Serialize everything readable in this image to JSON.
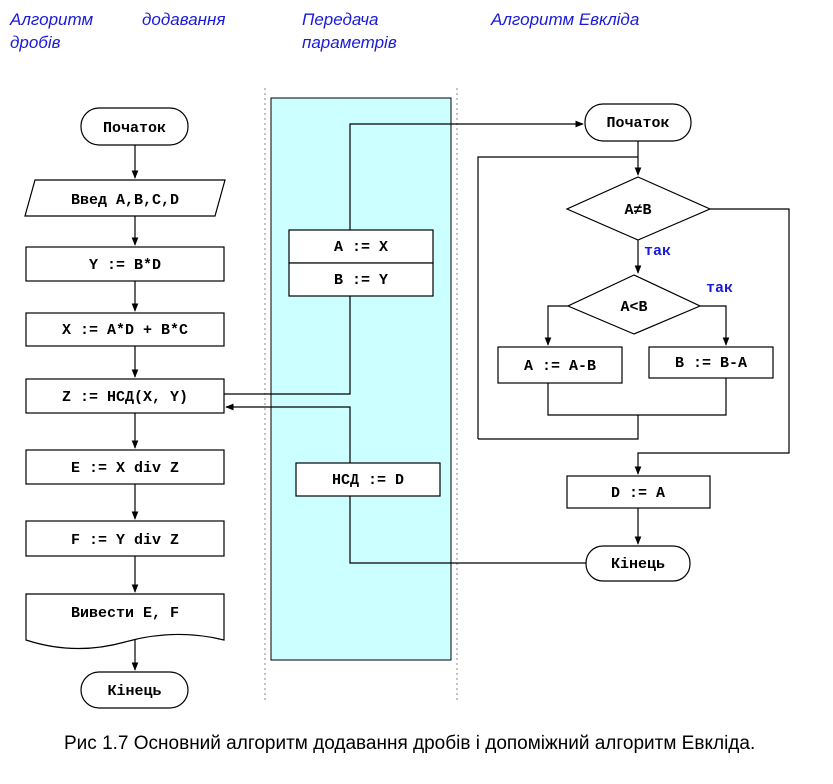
{
  "headers": {
    "main_col_1": "Алгоритм",
    "main_col_2": "додавання",
    "main_col_3": "дробів",
    "params_1": "Передача",
    "params_2": "параметрів",
    "euclid": "Алгоритм Евкліда"
  },
  "main": {
    "start": "Початок",
    "input": "Введ A,B,C,D",
    "y_assign": "Y := B*D",
    "x_assign": "X := A*D + B*C",
    "z_call": "Z := НСД(X, Y)",
    "e_assign": "E := X div Z",
    "f_assign": "F := Y div Z",
    "output": "Вивести E, F",
    "end": "Кінець"
  },
  "params": {
    "a_assign": "A := X",
    "b_assign": "B := Y",
    "result": "НСД := D"
  },
  "euclid": {
    "start": "Початок",
    "cond_ne": "A≠B",
    "yes_1": "так",
    "cond_lt": "A<B",
    "yes_2": "так",
    "a_update": "A := A-B",
    "b_update": "B := B-A",
    "d_assign": "D := A",
    "end": "Кінець"
  },
  "colors": {
    "param_panel": "#ccffff",
    "header_text": "#1a1adb"
  },
  "caption": "Рис 1.7 Основний алгоритм додавання дробів і допоміжний алгоритм Евкліда."
}
